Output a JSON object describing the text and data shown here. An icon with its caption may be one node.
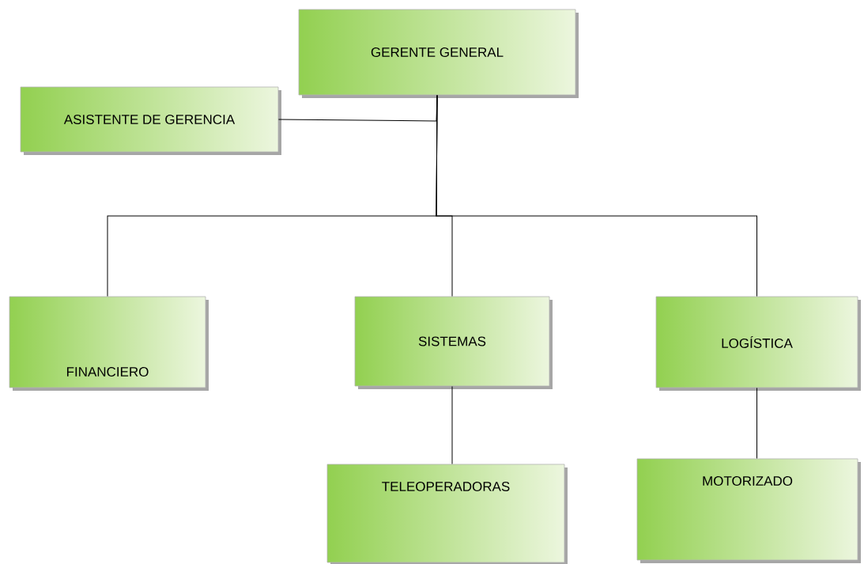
{
  "diagram": {
    "nodes": [
      {
        "text": [
          "GERENTE GENERAL"
        ]
      },
      {
        "text": [
          "ASISTENTE DE GERENCIA"
        ]
      },
      {
        "text": [
          "FINANCIERO"
        ]
      },
      {
        "text": [
          "SISTEMAS"
        ]
      },
      {
        "text": [
          "LOGÍSTICA"
        ]
      },
      {
        "text": [
          "TELEOPERADORAS"
        ]
      },
      {
        "text": [
          "MOTORIZADO"
        ]
      }
    ],
    "edges": [
      {
        "from": 0,
        "to": 1,
        "arrow": "none"
      },
      {
        "from": 0,
        "to": 2,
        "arrow": "none"
      },
      {
        "from": 0,
        "to": 3,
        "arrow": "none"
      },
      {
        "from": 0,
        "to": 4,
        "arrow": "none"
      },
      {
        "from": 3,
        "to": 5,
        "arrow": "none"
      },
      {
        "from": 4,
        "to": 6,
        "arrow": "none"
      }
    ]
  }
}
